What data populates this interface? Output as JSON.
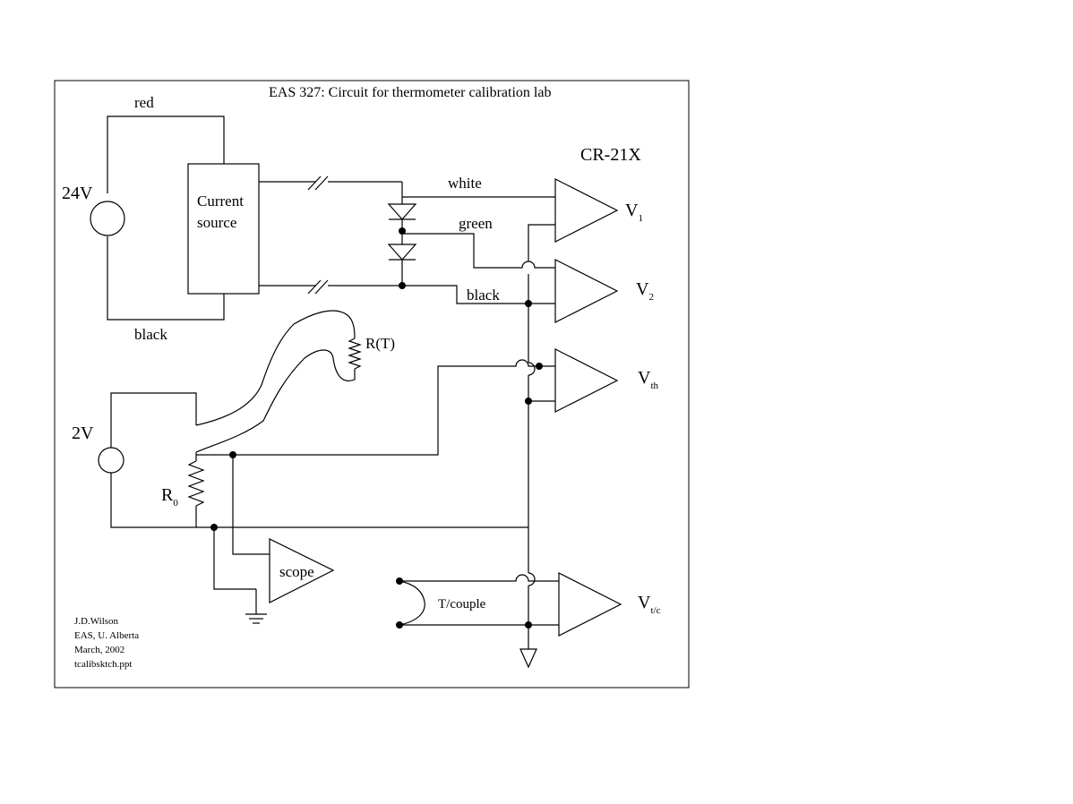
{
  "title": "EAS 327: Circuit for thermometer calibration lab",
  "labels": {
    "red": "red",
    "black_top": "black",
    "v24": "24V",
    "current_source_line1": "Current",
    "current_source_line2": "source",
    "cr21x": "CR-21X",
    "white": "white",
    "green": "green",
    "black_mid": "black",
    "rt": "R(T)",
    "v2": "2V",
    "r0": "R",
    "r0_sub": "0",
    "scope": "scope",
    "tcouple": "T/couple"
  },
  "outputs": {
    "v1": "V",
    "v1_sub": "1",
    "v2": "V",
    "v2_sub": "2",
    "vth": "V",
    "vth_sub": "th",
    "vtc": "V",
    "vtc_sub": "t/c"
  },
  "credits": {
    "line1": "J.D.Wilson",
    "line2": "EAS, U. Alberta",
    "line3": "March, 2002",
    "line4": "tcalibsktch.ppt"
  }
}
